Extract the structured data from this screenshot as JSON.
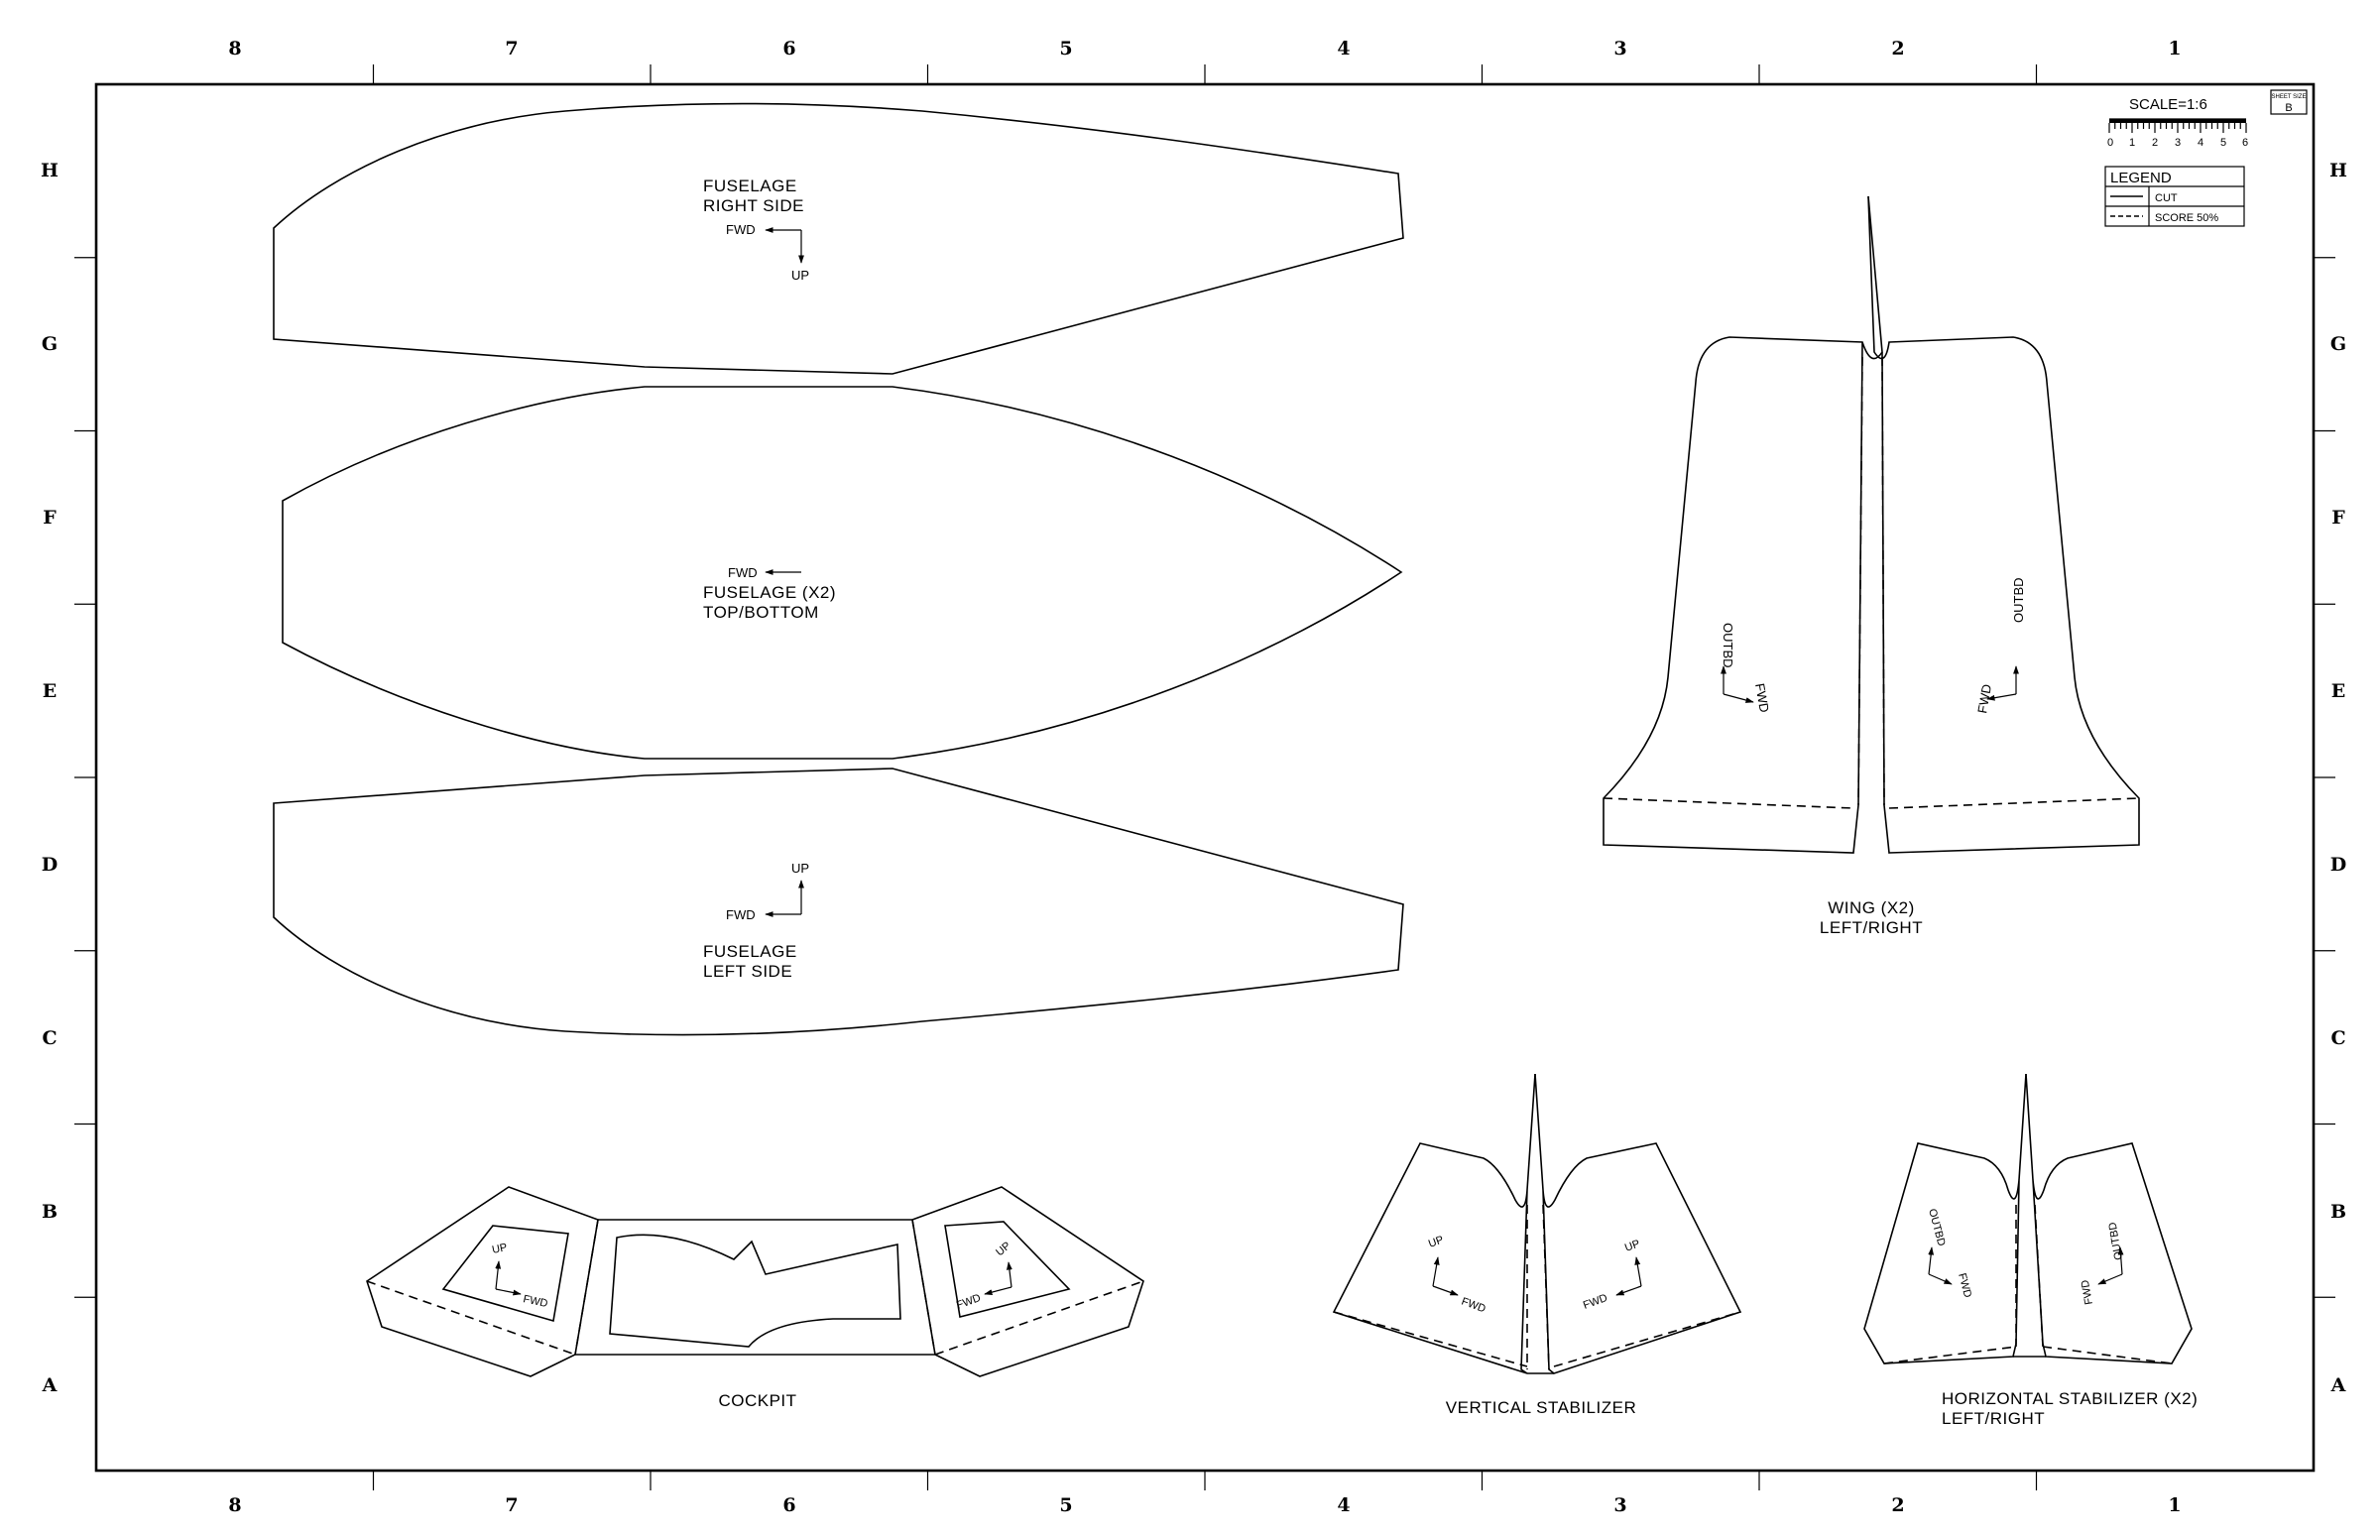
{
  "drawing": {
    "column_refs": [
      "8",
      "7",
      "6",
      "5",
      "4",
      "3",
      "2",
      "1"
    ],
    "row_refs": [
      "H",
      "G",
      "F",
      "E",
      "D",
      "C",
      "B",
      "A"
    ],
    "scale_label": "SCALE=1:6",
    "scale_ticks": [
      "0",
      "1",
      "2",
      "3",
      "4",
      "5",
      "6"
    ],
    "sheet_size_caption": "SHEET SIZE",
    "sheet_size": "B",
    "legend": {
      "title": "LEGEND",
      "cut": "CUT",
      "score": "SCORE 50%"
    }
  },
  "parts": {
    "fuselage_right": {
      "line1": "FUSELAGE",
      "line2": "RIGHT  SIDE",
      "fwd": "FWD",
      "up": "UP"
    },
    "fuselage_top": {
      "fwd": "FWD",
      "line1": "FUSELAGE  (X2)",
      "line2": "TOP/BOTTOM"
    },
    "fuselage_left": {
      "up": "UP",
      "fwd": "FWD",
      "line1": "FUSELAGE",
      "line2": "LEFT  SIDE"
    },
    "wing": {
      "line1": "WING  (X2)",
      "line2": "LEFT/RIGHT",
      "outbd": "OUTBD",
      "fwd": "FWD"
    },
    "cockpit": {
      "label": "COCKPIT",
      "up": "UP",
      "fwd": "FWD"
    },
    "vertical_stabilizer": {
      "label": "VERTICAL  STABILIZER",
      "up": "UP",
      "fwd": "FWD"
    },
    "horizontal_stabilizer": {
      "line1": "HORIZONTAL  STABILIZER  (X2)",
      "line2": "LEFT/RIGHT",
      "outbd": "OUTBD",
      "fwd": "FWD"
    }
  }
}
